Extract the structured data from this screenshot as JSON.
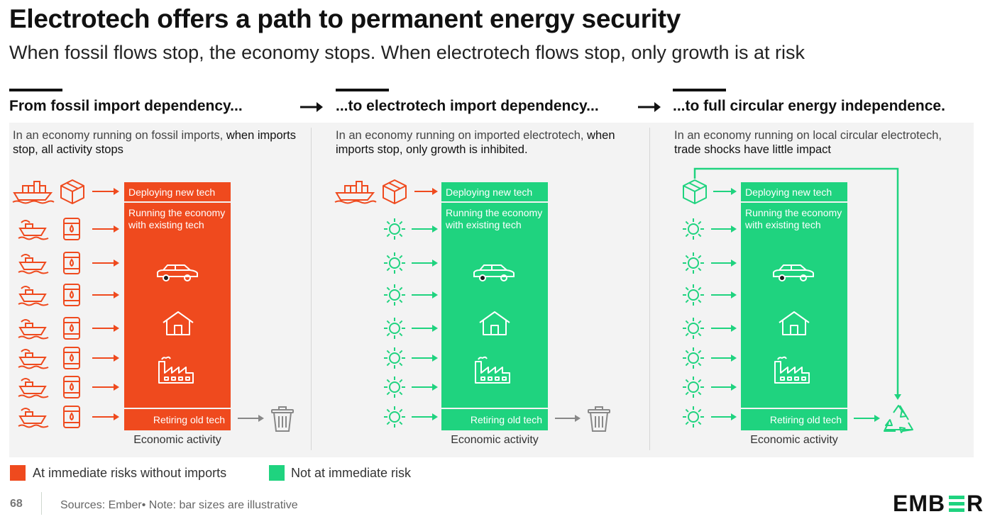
{
  "header": {
    "title": "Electrotech offers a path to permanent energy security",
    "subtitle": "When fossil flows stop, the economy stops. When electrotech flows stop, only growth is at risk"
  },
  "columns": [
    {
      "heading": "From fossil import dependency...",
      "desc_plain": "In an economy running on fossil imports, ",
      "desc_bold": "when imports stop, all activity stops",
      "deploying": "Deploying new tech",
      "running": "Running the economy with existing tech",
      "retiring": "Retiring old tech",
      "economic": "Economic activity",
      "status": "At immediate risks without imports"
    },
    {
      "heading": "...to electrotech import dependency...",
      "desc_plain": "In an economy running on imported electrotech, ",
      "desc_bold": "when imports stop, only growth is inhibited.",
      "deploying": "Deploying new tech",
      "running": "Running the economy with existing tech",
      "retiring": "Retiring old tech",
      "economic": "Economic activity",
      "status": "Not at immediate risk"
    },
    {
      "heading": "...to full circular energy independence.",
      "desc_plain": "In an economy running on local circular electrotech, ",
      "desc_bold": "trade shocks have little impact",
      "deploying": "Deploying new tech",
      "running": "Running the economy with existing tech",
      "retiring": "Retiring old tech",
      "economic": "Economic activity",
      "status": "Not at immediate risk"
    }
  ],
  "legend": {
    "risk_label": "At immediate risks without imports",
    "safe_label": "Not at immediate risk"
  },
  "footer": {
    "page_number": "68",
    "sources": "Sources: Ember• Note: bar sizes are illustrative",
    "logo_text": "EMBER"
  },
  "icons": {
    "fossil_inputs": [
      "ship-icon",
      "oil-barrel-icon"
    ],
    "electrotech_inputs": [
      "package-icon",
      "sun-icon"
    ],
    "activity": [
      "car-icon",
      "house-icon",
      "factory-icon"
    ],
    "end_of_life": [
      "trash-bin-icon",
      "recycle-icon"
    ]
  },
  "colors": {
    "risk": "#ef4a1e",
    "safe": "#1fd37f",
    "text": "#111111",
    "logo_accent": "#1fd37f"
  }
}
